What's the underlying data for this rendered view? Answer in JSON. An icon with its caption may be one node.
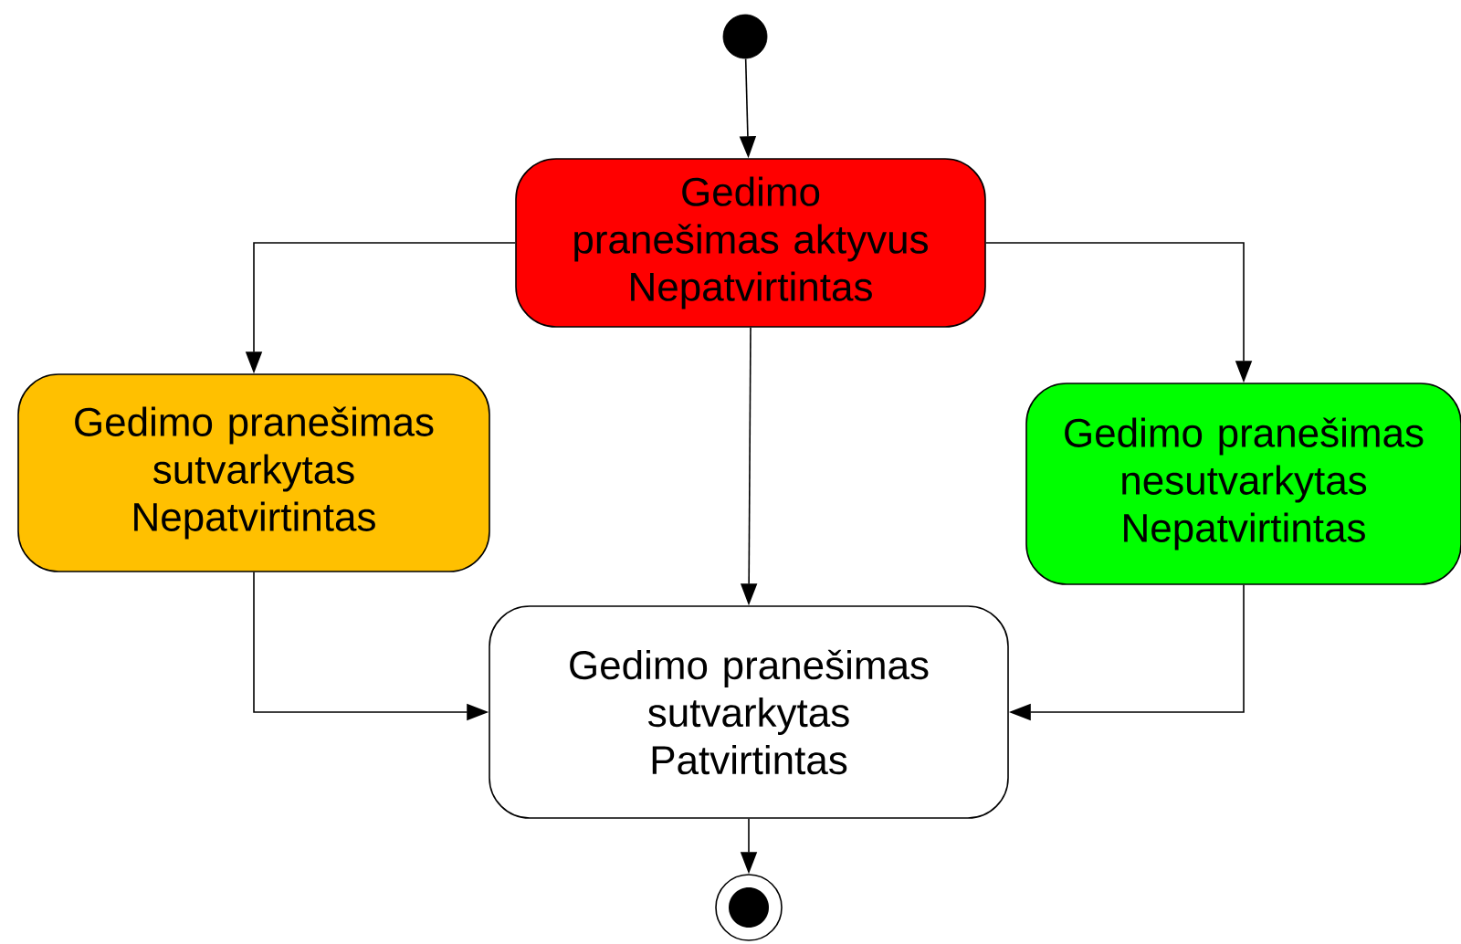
{
  "diagram": {
    "nodes": [
      {
        "text": [],
        "shape": "circle"
      },
      {
        "text": [
          "Gedimo pranešimas aktyvus Nepatvirtintas"
        ]
      },
      {
        "text": [
          "Gedimo pranešimas sutvarkytas Nepatvirtintas"
        ]
      },
      {
        "text": [
          "Gedimo pranešimas nesutvarkytas Nepatvirtintas"
        ]
      },
      {
        "text": [
          "Gedimo pranešimas sutvarkytas Patvirtintas"
        ]
      },
      {
        "text": [],
        "shape": "circle"
      }
    ],
    "edges": [
      {
        "from": 0,
        "to": 1,
        "arrow": "to"
      },
      {
        "from": 1,
        "to": 2,
        "arrow": "to"
      },
      {
        "from": 1,
        "to": 4,
        "arrow": "to"
      },
      {
        "from": 1,
        "to": 3,
        "arrow": "to"
      },
      {
        "from": 2,
        "to": 4,
        "arrow": "to"
      },
      {
        "from": 3,
        "to": 4,
        "arrow": "to"
      },
      {
        "from": 4,
        "to": 5,
        "arrow": "to"
      }
    ]
  }
}
